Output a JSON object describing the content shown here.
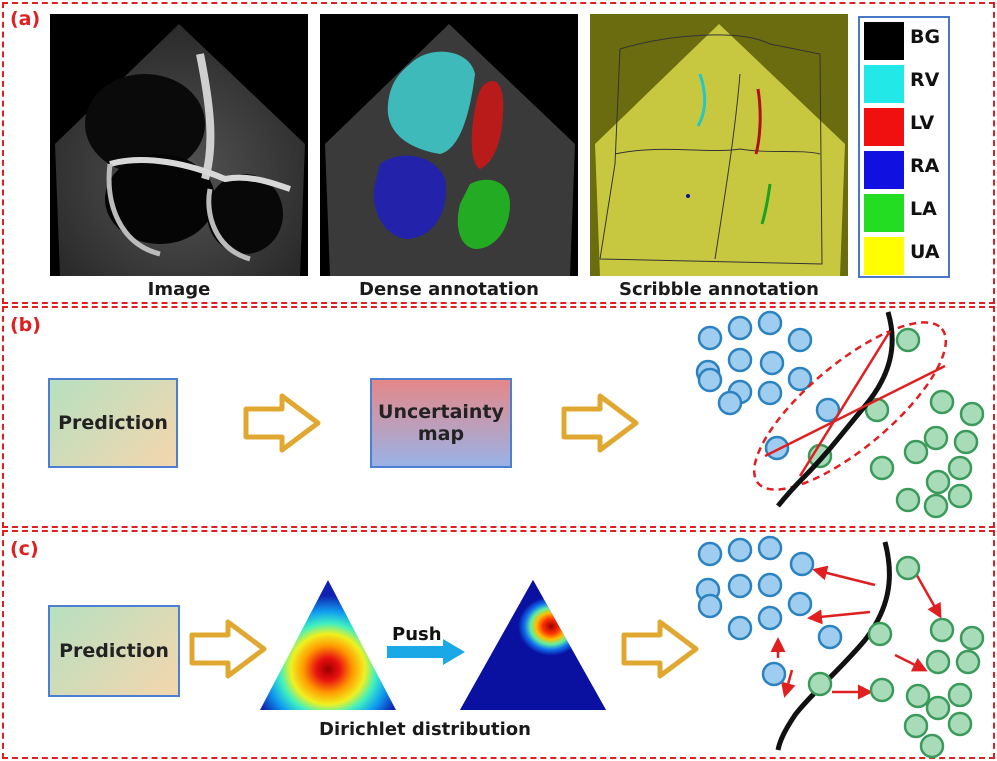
{
  "panel_a": {
    "tag": "(a)",
    "captions": [
      "Image",
      "Dense annotation",
      "Scribble annotation"
    ],
    "legend": [
      {
        "label": "BG",
        "color": "#000000"
      },
      {
        "label": "RV",
        "color": "#22e8e8"
      },
      {
        "label": "LV",
        "color": "#f01010"
      },
      {
        "label": "RA",
        "color": "#1010e0"
      },
      {
        "label": "LA",
        "color": "#22dd22"
      },
      {
        "label": "UA",
        "color": "#ffff00"
      }
    ]
  },
  "panel_b": {
    "tag": "(b)",
    "prediction_label": "Prediction",
    "uncertainty_label": "Uncertainty map"
  },
  "panel_c": {
    "tag": "(c)",
    "prediction_label": "Prediction",
    "push_label": "Push",
    "dirichlet_caption": "Dirichlet distribution"
  },
  "colors": {
    "panel_border": "#e02020",
    "arrow_fill": "#ffffff",
    "arrow_stroke": "#e0a830",
    "blue_point": "#9fcdef",
    "blue_point_stroke": "#2a82c0",
    "green_point": "#a8dcb8",
    "green_point_stroke": "#3a9a5a"
  }
}
